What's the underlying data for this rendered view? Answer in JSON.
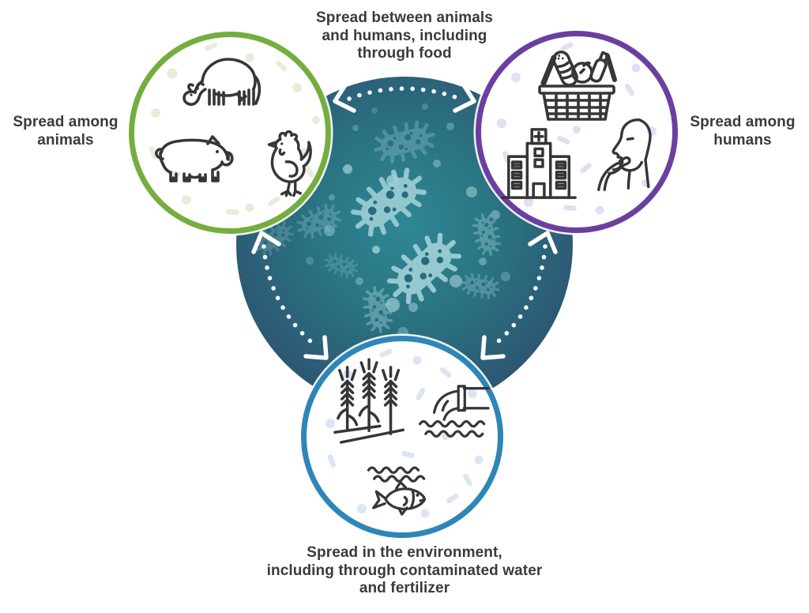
{
  "nodes": [
    {
      "id": "animals",
      "label_lines": [
        "Spread among",
        "animals"
      ],
      "ring_color": "#76ad3f",
      "confetti_color": "#e8ecd9",
      "icons": [
        "cow-icon",
        "pig-icon",
        "chicken-icon"
      ]
    },
    {
      "id": "humans",
      "label_lines": [
        "Spread among",
        "humans"
      ],
      "ring_color": "#6b3fa0",
      "confetti_color": "#e4def0",
      "icons": [
        "food-basket-icon",
        "hospital-icon",
        "person-eating-icon"
      ]
    },
    {
      "id": "environment",
      "label_lines": [
        "Spread in the environment,",
        "including through contaminated water",
        "and fertilizer"
      ],
      "ring_color": "#2e86b8",
      "confetti_color": "#dbe6f2",
      "icons": [
        "wheat-crops-icon",
        "waste-water-pipe-icon",
        "fish-icon"
      ]
    }
  ],
  "edges": [
    {
      "from": "animals",
      "to": "humans",
      "style": "dotted-double-arrow",
      "label_lines": [
        "Spread between animals",
        "and humans, including",
        "through food"
      ]
    },
    {
      "from": "animals",
      "to": "environment",
      "style": "dotted-double-arrow",
      "label_lines": []
    },
    {
      "from": "humans",
      "to": "environment",
      "style": "dotted-double-arrow",
      "label_lines": []
    }
  ],
  "center": {
    "icon": "bacteria-icon",
    "gradient": [
      "#2f8795",
      "#2a7583",
      "#2d4f70"
    ],
    "bacteria_color": "#9ccdd4"
  },
  "colors": {
    "background": "#ffffff",
    "text": "#3a3a3a",
    "arrow": "#ffffff",
    "icon_stroke": "#363636"
  }
}
